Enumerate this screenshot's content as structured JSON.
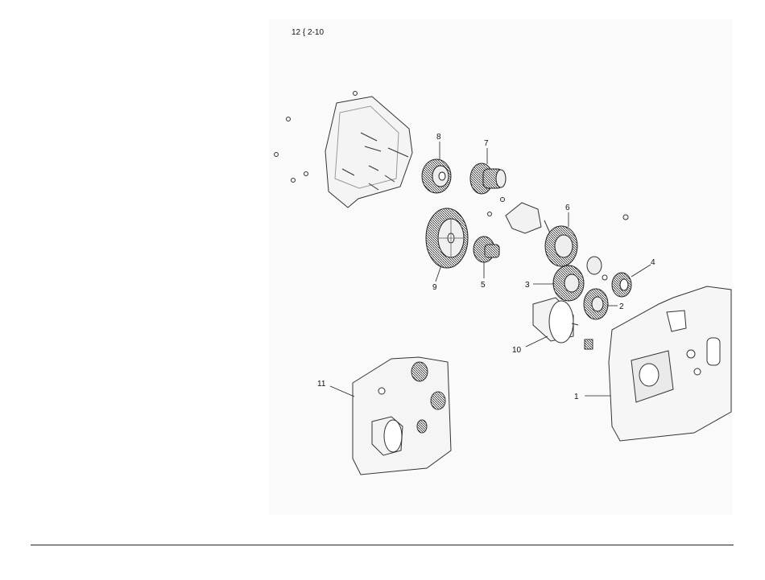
{
  "header": {
    "figure_ref": "12 { 2-10"
  },
  "callouts": [
    "1",
    "2",
    "3",
    "4",
    "5",
    "6",
    "7",
    "8",
    "9",
    "10",
    "11"
  ],
  "colors": {
    "line": "#333333",
    "light": "#dddddd",
    "mid": "#9a9a9a",
    "background": "#fafafa"
  }
}
